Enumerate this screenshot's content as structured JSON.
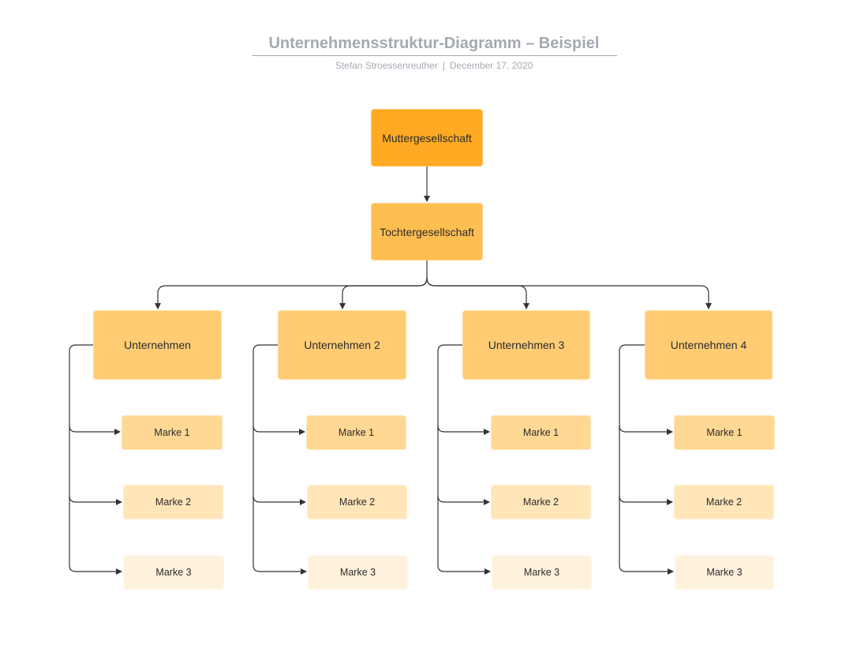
{
  "header": {
    "title": "Unternehmensstruktur-Diagramm – Beispiel",
    "author": "Stefan Stroessenreuther",
    "separator": "|",
    "date": "December 17, 2020"
  },
  "nodes": {
    "parent": "Muttergesellschaft",
    "subsidiary": "Tochtergesellschaft",
    "companies": [
      "Unternehmen",
      "Unternehmen 2",
      "Unternehmen 3",
      "Unternehmen 4"
    ],
    "brands": [
      "Marke 1",
      "Marke 2",
      "Marke 3"
    ]
  },
  "colors": {
    "parent": "#ffaa22",
    "subsidiary": "#ffbe50",
    "company": "#ffcc74",
    "brand_1": "#ffd894",
    "brand_2": "#ffe5b8",
    "brand_3": "#fff2dd",
    "connector": "#333333",
    "title": "#a4a9b2"
  }
}
